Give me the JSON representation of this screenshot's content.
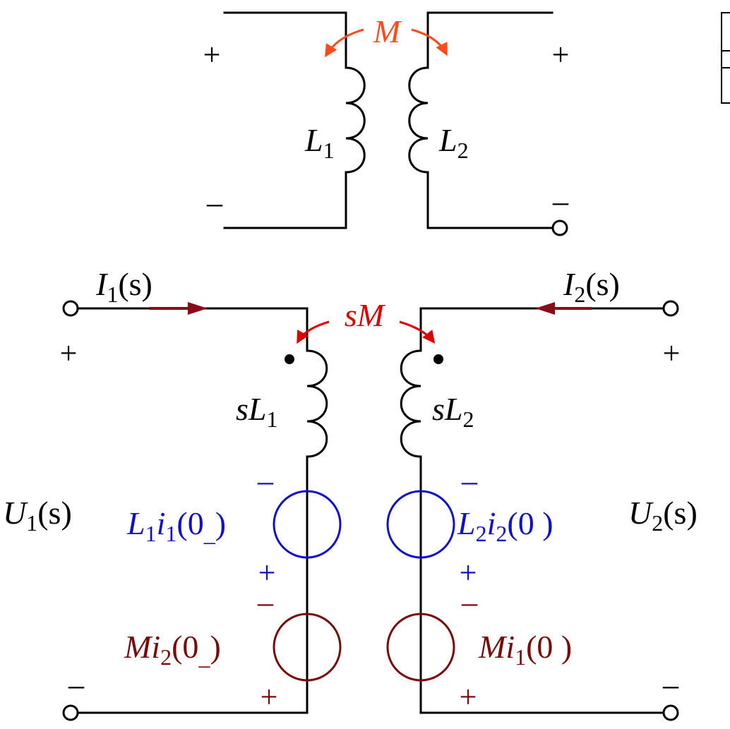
{
  "colors": {
    "wire": "#000000",
    "mutual": "#ff4a1a",
    "mutual_s": "#e00000",
    "source_blue": "#1010cc",
    "source_red": "#7a0a0a",
    "current_arrow": "#8b0a1a"
  },
  "top": {
    "mutual": "M",
    "coil_left": {
      "main": "L",
      "sub": "1"
    },
    "coil_right": {
      "main": "L",
      "sub": "2"
    },
    "plus_left": "+",
    "plus_right": "+",
    "minus_left": "–",
    "minus_right": "–"
  },
  "bottom": {
    "mutual": "sM",
    "i1": {
      "main": "I",
      "sub": "1",
      "arg": "(s)"
    },
    "i2": {
      "main": "I",
      "sub": "2",
      "arg": "(s)"
    },
    "u1": {
      "main": "U",
      "sub": "1",
      "arg": "(s)"
    },
    "u2": {
      "main": "U",
      "sub": "2",
      "arg": "(s)"
    },
    "coil_left": {
      "pre": "sL",
      "sub": "1"
    },
    "coil_right": {
      "pre": "sL",
      "sub": "2"
    },
    "src_blue_left": {
      "a": "L",
      "asub": "1",
      "b": "i",
      "bsub": "1",
      "arg": "(0",
      "argsub": "_",
      "close": ")"
    },
    "src_blue_right": {
      "a": "L",
      "asub": "2",
      "b": "i",
      "bsub": "2",
      "arg": "(0 )"
    },
    "src_red_left": {
      "a": "Mi",
      "asub": "2",
      "arg": "(0",
      "argsub": "_",
      "close": ")"
    },
    "src_red_right": {
      "a": "Mi",
      "asub": "1",
      "arg": "(0 )"
    },
    "plus_left": "+",
    "plus_right": "+",
    "minus_left": "–",
    "minus_right": "–",
    "src_minus": "–",
    "src_plus": "+"
  }
}
